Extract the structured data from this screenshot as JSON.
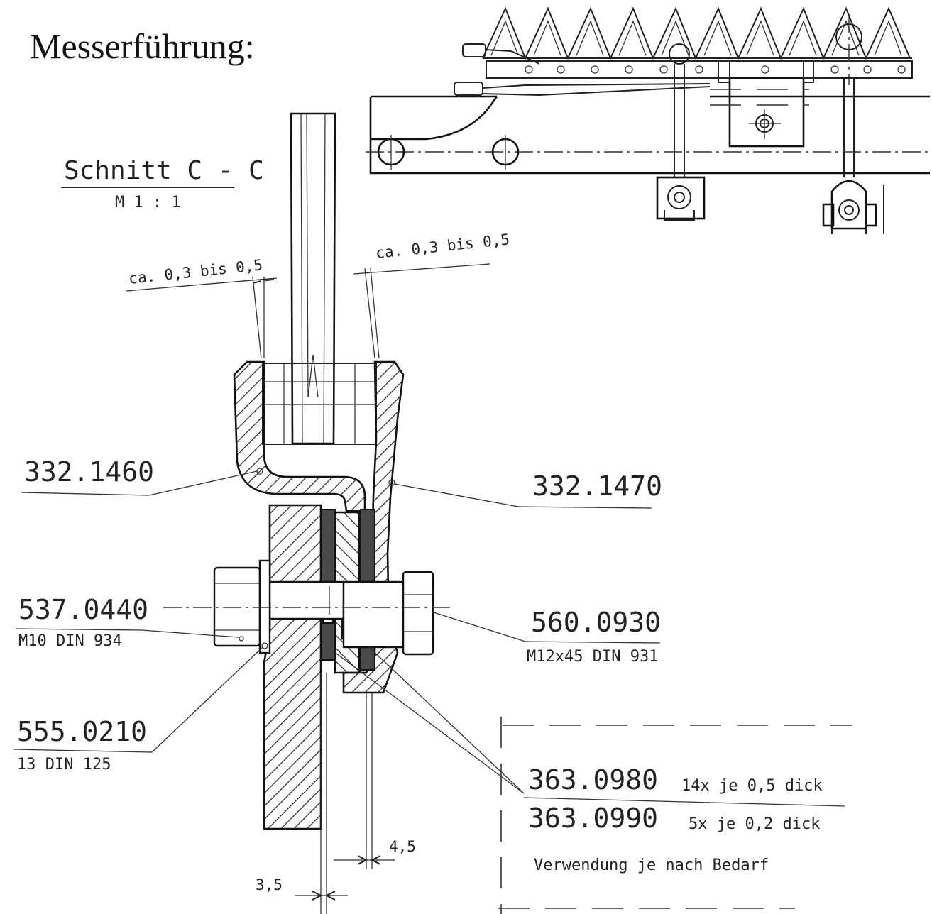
{
  "title": "Messerführung:",
  "section": {
    "label": "Schnitt C - C",
    "scale": "M 1 : 1"
  },
  "dimensions": {
    "gap_left": "ca. 0,3 bis 0,5",
    "gap_right": "ca. 0,3 bis 0,5",
    "width_a": "3,5",
    "width_b": "4,5"
  },
  "parts": [
    {
      "number": "332.1460",
      "spec": ""
    },
    {
      "number": "332.1470",
      "spec": ""
    },
    {
      "number": "537.0440",
      "spec": "M10 DIN 934"
    },
    {
      "number": "560.0930",
      "spec": "M12x45 DIN 931"
    },
    {
      "number": "555.0210",
      "spec": "13 DIN 125"
    }
  ],
  "shims": [
    {
      "number": "363.0980",
      "note": "14x je 0,5 dick"
    },
    {
      "number": "363.0990",
      "note": "5x je 0,2 dick"
    }
  ],
  "shim_usage": "Verwendung je nach Bedarf"
}
